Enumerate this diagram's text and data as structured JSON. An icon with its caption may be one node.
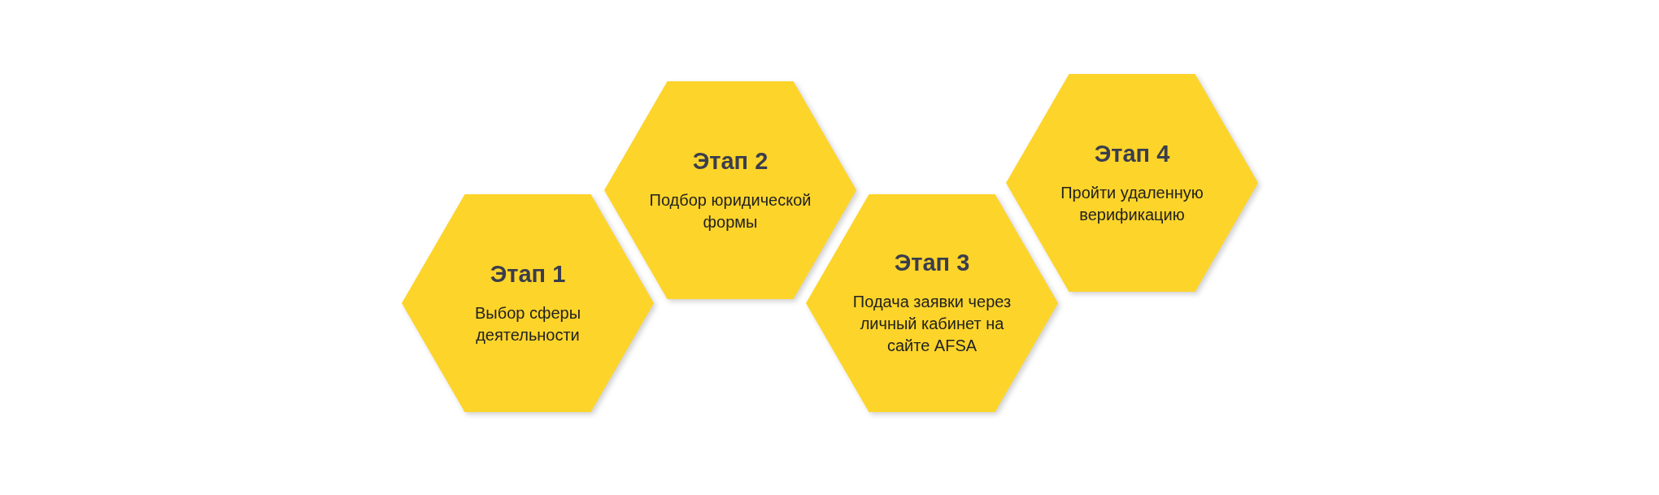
{
  "diagram": {
    "nodes": [
      {
        "text": [
          "Этап 1",
          "Выбор сферы деятельности"
        ]
      },
      {
        "text": [
          "Этап 2",
          "Подбор юридической формы"
        ]
      },
      {
        "text": [
          "Этап 3",
          "Подача заявки через личный кабинет на сайте AFSA"
        ]
      },
      {
        "text": [
          "Этап 4",
          "Пройти удаленную верификацию"
        ]
      }
    ]
  }
}
